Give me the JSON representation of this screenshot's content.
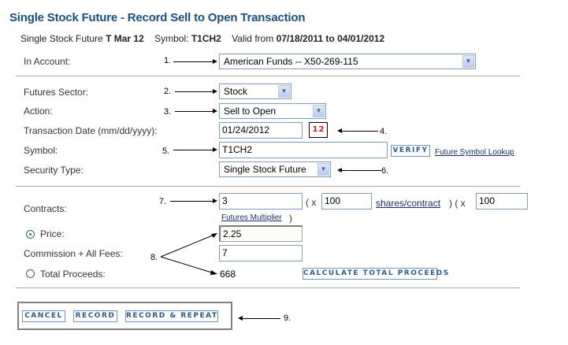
{
  "page": {
    "title": "Single Stock Future - Record Sell to Open Transaction",
    "subline": {
      "prefix": "Single Stock Future ",
      "underlying": "T",
      "expiry": "Mar 12",
      "symbol_label": "Symbol:",
      "symbol": "T1CH2",
      "valid_label": "Valid from",
      "valid_from": "07/18/2011",
      "to_label": "to",
      "valid_to": "04/01/2012"
    }
  },
  "account": {
    "label": "In Account:",
    "value": "American Funds -- X50-269-115"
  },
  "fields": {
    "sector": {
      "label": "Futures Sector:",
      "value": "Stock"
    },
    "action": {
      "label": "Action:",
      "value": "Sell to Open"
    },
    "date": {
      "label": "Transaction Date (mm/dd/yyyy):",
      "value": "01/24/2012",
      "icon": "calendar-icon",
      "icon_text_1": "1",
      "icon_text_2": "2"
    },
    "symbol": {
      "label": "Symbol:",
      "value": "T1CH2",
      "verify_label": "VERIFY",
      "lookup_link": "Future Symbol Lookup"
    },
    "security_type": {
      "label": "Security Type:",
      "value": "Single Stock Future"
    }
  },
  "contracts": {
    "label": "Contracts:",
    "value": "3",
    "open_paren_x": "( x",
    "shares_per_contract": "100",
    "shares_link": "shares/contract",
    "close_open": ") (  x",
    "multiplier": "100",
    "multiplier_link": "Futures Multiplier",
    "close_paren": ")"
  },
  "price": {
    "label": "Price:",
    "value": "2.25",
    "selected": true
  },
  "commission": {
    "label": "Commission + All Fees:",
    "value": "7"
  },
  "total": {
    "label": "Total Proceeds:",
    "value": "668",
    "selected": false,
    "calc_label": "CALCULATE TOTAL PROCEEDS"
  },
  "actions": {
    "cancel": "CANCEL",
    "record": "RECORD",
    "record_repeat": "RECORD & REPEAT"
  },
  "annotations": [
    "1.",
    "2.",
    "3.",
    "4.",
    "5.",
    "6.",
    "7.",
    "8.",
    "9."
  ],
  "colors": {
    "title": "#1a4f82",
    "button_text": "#2d5b8e",
    "button_border": "#6c97c4",
    "input_border": "#7f9db9",
    "divider": "#a8a8a0"
  }
}
